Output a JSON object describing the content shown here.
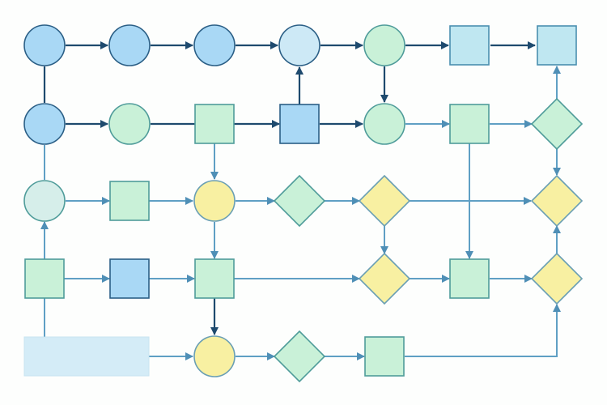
{
  "palette": {
    "dark_edge": "#1e4a6e",
    "light_edge": "#5f9fc4",
    "arrow_dark": "#1e4a6e",
    "arrow_light": "#4f8fb6",
    "blue_fill": "#a9d8f5",
    "blue_stroke": "#2b5f86",
    "pale_blue_fill": "#cde9f6",
    "green_fill": "#c9f1d8",
    "green_stroke": "#4f9c9a",
    "yellow_fill": "#f8f0a2",
    "yellow_stroke": "#6a9fb4",
    "teal_fill": "#bfe7f1",
    "teal_stroke": "#4a8fb0"
  },
  "nodes": [
    {
      "id": "n-r1c1",
      "shape": "circle",
      "color": "blue"
    },
    {
      "id": "n-r1c2",
      "shape": "circle",
      "color": "blue"
    },
    {
      "id": "n-r1c3",
      "shape": "circle",
      "color": "blue"
    },
    {
      "id": "n-r1c4",
      "shape": "circle",
      "color": "pale_blue"
    },
    {
      "id": "n-r1c5",
      "shape": "circle",
      "color": "green"
    },
    {
      "id": "n-r1c6",
      "shape": "square",
      "color": "teal"
    },
    {
      "id": "n-r1c7",
      "shape": "square",
      "color": "teal"
    },
    {
      "id": "n-r2c1",
      "shape": "circle",
      "color": "blue"
    },
    {
      "id": "n-r2c2",
      "shape": "circle",
      "color": "green"
    },
    {
      "id": "n-r2c3",
      "shape": "square",
      "color": "green"
    },
    {
      "id": "n-r2c4",
      "shape": "square",
      "color": "blue"
    },
    {
      "id": "n-r2c5",
      "shape": "circle",
      "color": "green"
    },
    {
      "id": "n-r2c6",
      "shape": "square",
      "color": "green"
    },
    {
      "id": "n-r2c7",
      "shape": "diamond",
      "color": "green"
    },
    {
      "id": "n-r3c1",
      "shape": "circle",
      "color": "pale_green"
    },
    {
      "id": "n-r3c2",
      "shape": "square",
      "color": "green"
    },
    {
      "id": "n-r3c3",
      "shape": "circle",
      "color": "yellow"
    },
    {
      "id": "n-r3c4",
      "shape": "diamond",
      "color": "green"
    },
    {
      "id": "n-r3c5",
      "shape": "diamond",
      "color": "yellow"
    },
    {
      "id": "n-r3c7",
      "shape": "diamond",
      "color": "yellow"
    },
    {
      "id": "n-r4c1",
      "shape": "square",
      "color": "green"
    },
    {
      "id": "n-r4c2",
      "shape": "square",
      "color": "blue"
    },
    {
      "id": "n-r4c3",
      "shape": "square",
      "color": "green"
    },
    {
      "id": "n-r4c5",
      "shape": "diamond",
      "color": "yellow"
    },
    {
      "id": "n-r4c6",
      "shape": "square",
      "color": "green"
    },
    {
      "id": "n-r4c7",
      "shape": "diamond",
      "color": "yellow"
    },
    {
      "id": "n-r5-bar",
      "shape": "wide-rect",
      "color": "pale_blue"
    },
    {
      "id": "n-r5c3",
      "shape": "circle",
      "color": "yellow"
    },
    {
      "id": "n-r5c4",
      "shape": "diamond",
      "color": "green"
    },
    {
      "id": "n-r5c5",
      "shape": "square",
      "color": "green"
    }
  ],
  "edges": [
    {
      "from": "n-r1c1",
      "to": "n-r1c2",
      "style": "dark",
      "arrow": true
    },
    {
      "from": "n-r1c2",
      "to": "n-r1c3",
      "style": "dark",
      "arrow": true
    },
    {
      "from": "n-r1c3",
      "to": "n-r1c4",
      "style": "dark",
      "arrow": true
    },
    {
      "from": "n-r1c4",
      "to": "n-r1c5",
      "style": "dark",
      "arrow": true
    },
    {
      "from": "n-r1c5",
      "to": "n-r1c6",
      "style": "dark",
      "arrow": true
    },
    {
      "from": "n-r1c6",
      "to": "n-r1c7",
      "style": "dark",
      "arrow": true
    },
    {
      "from": "n-r1c1",
      "to": "n-r2c1",
      "style": "dark",
      "arrow": false
    },
    {
      "from": "n-r1c5",
      "to": "n-r2c5",
      "style": "dark",
      "arrow": true
    },
    {
      "from": "n-r2c4",
      "to": "n-r1c4",
      "style": "dark",
      "arrow": true
    },
    {
      "from": "n-r2c1",
      "to": "n-r2c2",
      "style": "dark",
      "arrow": true
    },
    {
      "from": "n-r2c2",
      "to": "n-r2c3",
      "style": "dark",
      "arrow": false
    },
    {
      "from": "n-r2c3",
      "to": "n-r2c4",
      "style": "dark",
      "arrow": true
    },
    {
      "from": "n-r2c4",
      "to": "n-r2c5",
      "style": "dark",
      "arrow": true
    },
    {
      "from": "n-r2c5",
      "to": "n-r2c6",
      "style": "light",
      "arrow": true
    },
    {
      "from": "n-r2c6",
      "to": "n-r2c7",
      "style": "light",
      "arrow": true
    },
    {
      "from": "n-r2c7",
      "to": "n-r1c7",
      "style": "light",
      "arrow": true
    },
    {
      "from": "n-r2c7",
      "to": "n-r3c7",
      "style": "light",
      "arrow": true
    },
    {
      "from": "n-r2c3",
      "to": "n-r3c3",
      "style": "light",
      "arrow": true
    },
    {
      "from": "n-r2c6",
      "to": "n-r4c6",
      "style": "light",
      "arrow": true
    },
    {
      "from": "n-r2c1",
      "to": "n-r3c1",
      "style": "light",
      "arrow": false
    },
    {
      "from": "n-r3c1",
      "to": "n-r3c2",
      "style": "light",
      "arrow": true
    },
    {
      "from": "n-r3c2",
      "to": "n-r3c3",
      "style": "light",
      "arrow": true
    },
    {
      "from": "n-r3c3",
      "to": "n-r3c4",
      "style": "light",
      "arrow": true
    },
    {
      "from": "n-r3c4",
      "to": "n-r3c5",
      "style": "light",
      "arrow": true
    },
    {
      "from": "n-r3c5",
      "to": "n-r3c7",
      "style": "light",
      "arrow": true
    },
    {
      "from": "n-r3c5",
      "to": "n-r4c5",
      "style": "light",
      "arrow": true
    },
    {
      "from": "n-r3c3",
      "to": "n-r4c3",
      "style": "light",
      "arrow": true
    },
    {
      "from": "n-r4c1",
      "to": "n-r3c1",
      "style": "light",
      "arrow": true
    },
    {
      "from": "n-r4c1",
      "to": "n-r4c2",
      "style": "light",
      "arrow": true
    },
    {
      "from": "n-r4c2",
      "to": "n-r4c3",
      "style": "light",
      "arrow": true
    },
    {
      "from": "n-r4c3",
      "to": "n-r4c5",
      "style": "light",
      "arrow": true
    },
    {
      "from": "n-r4c5",
      "to": "n-r4c6",
      "style": "light",
      "arrow": true
    },
    {
      "from": "n-r4c6",
      "to": "n-r4c7",
      "style": "light",
      "arrow": true
    },
    {
      "from": "n-r4c7",
      "to": "n-r3c7",
      "style": "light",
      "arrow": true
    },
    {
      "from": "n-r4c3",
      "to": "n-r5c3",
      "style": "dark",
      "arrow": true
    },
    {
      "from": "n-r4c1",
      "to": "n-r5-bar",
      "style": "light",
      "arrow": false
    },
    {
      "from": "n-r5-bar",
      "to": "n-r5c3",
      "style": "light",
      "arrow": true
    },
    {
      "from": "n-r5c3",
      "to": "n-r5c4",
      "style": "light",
      "arrow": true
    },
    {
      "from": "n-r5c4",
      "to": "n-r5c5",
      "style": "light",
      "arrow": true
    },
    {
      "from": "n-r5c5",
      "to": "n-r4c7",
      "style": "light",
      "arrow": true
    }
  ]
}
